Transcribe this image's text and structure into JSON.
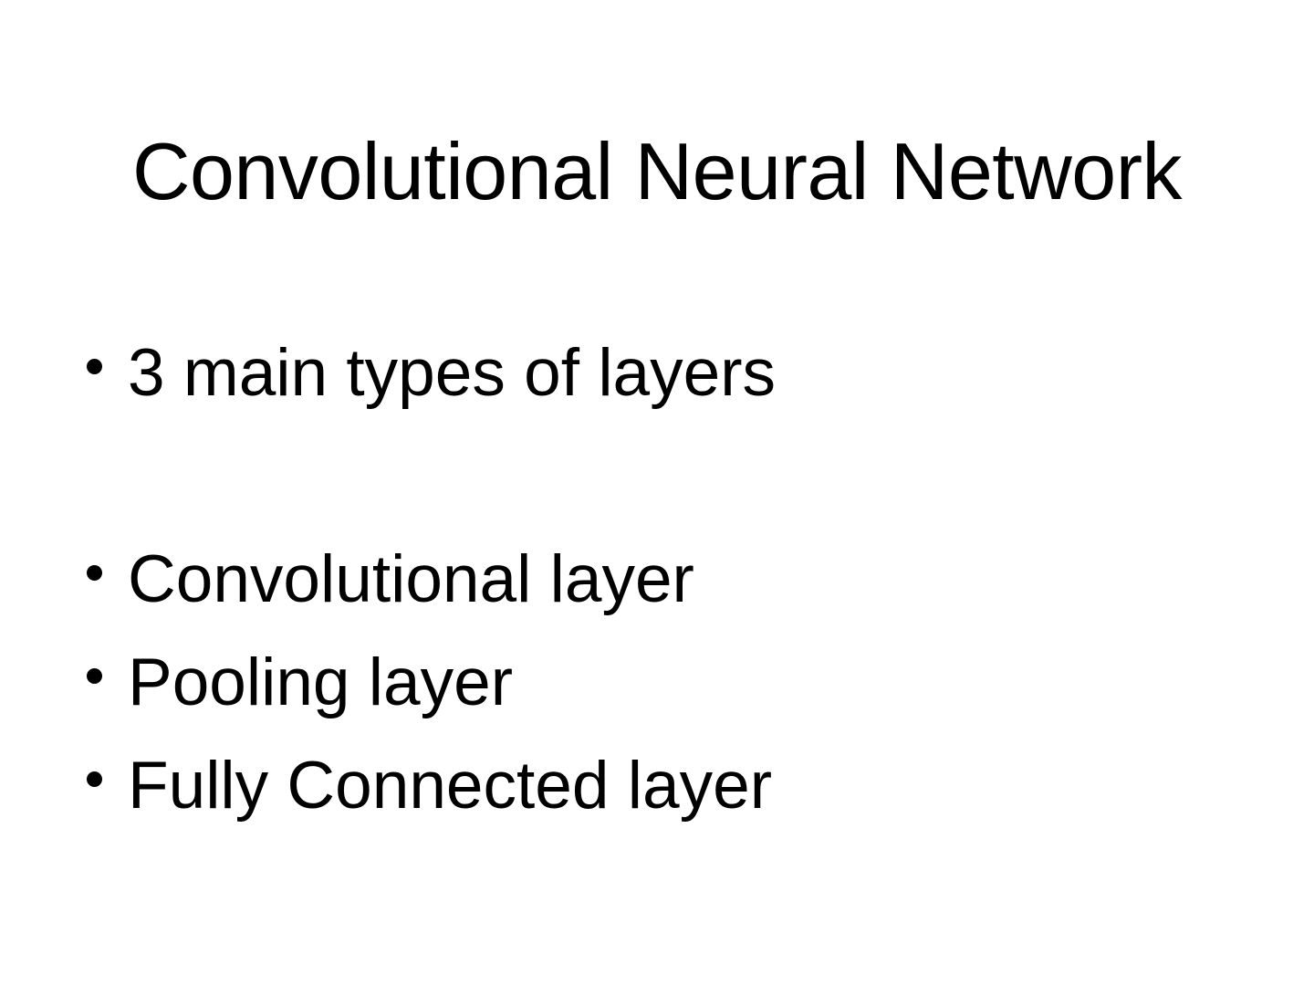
{
  "slide": {
    "title": "Convolutional Neural Network",
    "background_color": "#ffffff",
    "text_color": "#000000",
    "bullets": [
      {
        "text": "3 main types of layers",
        "marker": "bullet-dot",
        "blank_line_before": false
      },
      {
        "text": "Convolutional layer",
        "marker": "bullet-dot",
        "blank_line_before": true
      },
      {
        "text": "Pooling layer",
        "marker": "bullet-dot",
        "blank_line_before": false
      },
      {
        "text": "Fully Connected layer",
        "marker": "bullet-dot",
        "blank_line_before": false
      }
    ]
  }
}
